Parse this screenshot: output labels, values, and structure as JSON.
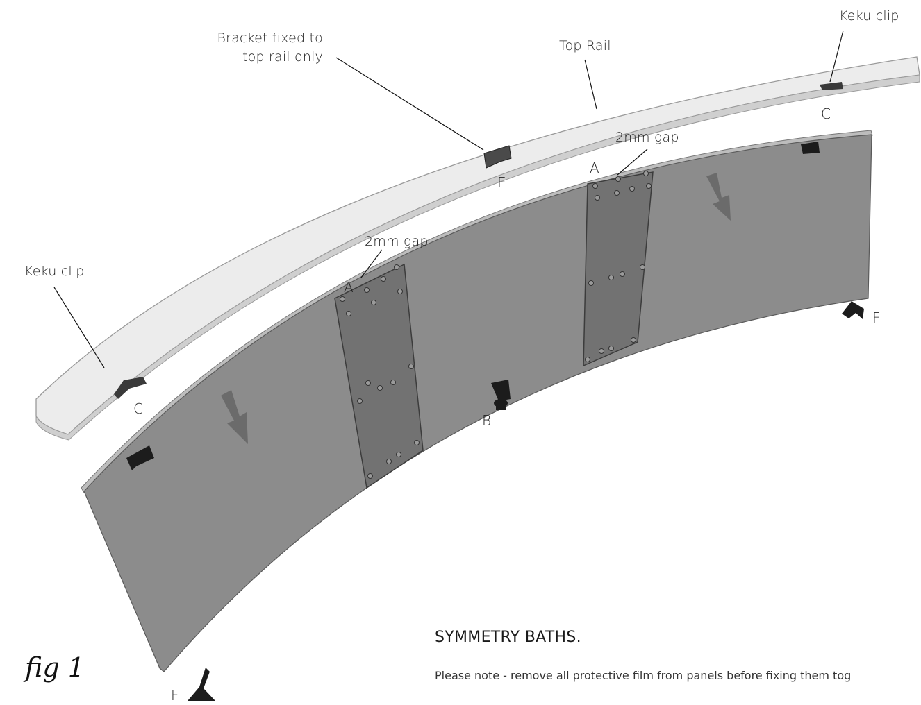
{
  "labels": {
    "bracket_fixed": [
      "Bracket fixed to",
      "top rail only"
    ],
    "top_rail": "Top Rail",
    "keku_clip_right": "Keku clip",
    "keku_clip_left": "Keku clip",
    "gap_right": "2mm gap",
    "gap_left": "2mm gap"
  },
  "letters": {
    "c_right": "C",
    "c_left": "C",
    "e": "E",
    "a_right": "A",
    "a_left": "A",
    "b": "B",
    "f_right": "F",
    "f_left": "F"
  },
  "heading": "SYMMETRY BATHS.",
  "note": "Please note - remove all protective film from panels before fixing them tog",
  "figure_caption": "fig 1",
  "colors": {
    "panel": "#8c8c8c",
    "panel_edge": "#b9b9b9",
    "rail": "#ececec",
    "joiner": "#707070",
    "arrow": "#6b6b6b",
    "bracket": "#1c1c1c"
  }
}
